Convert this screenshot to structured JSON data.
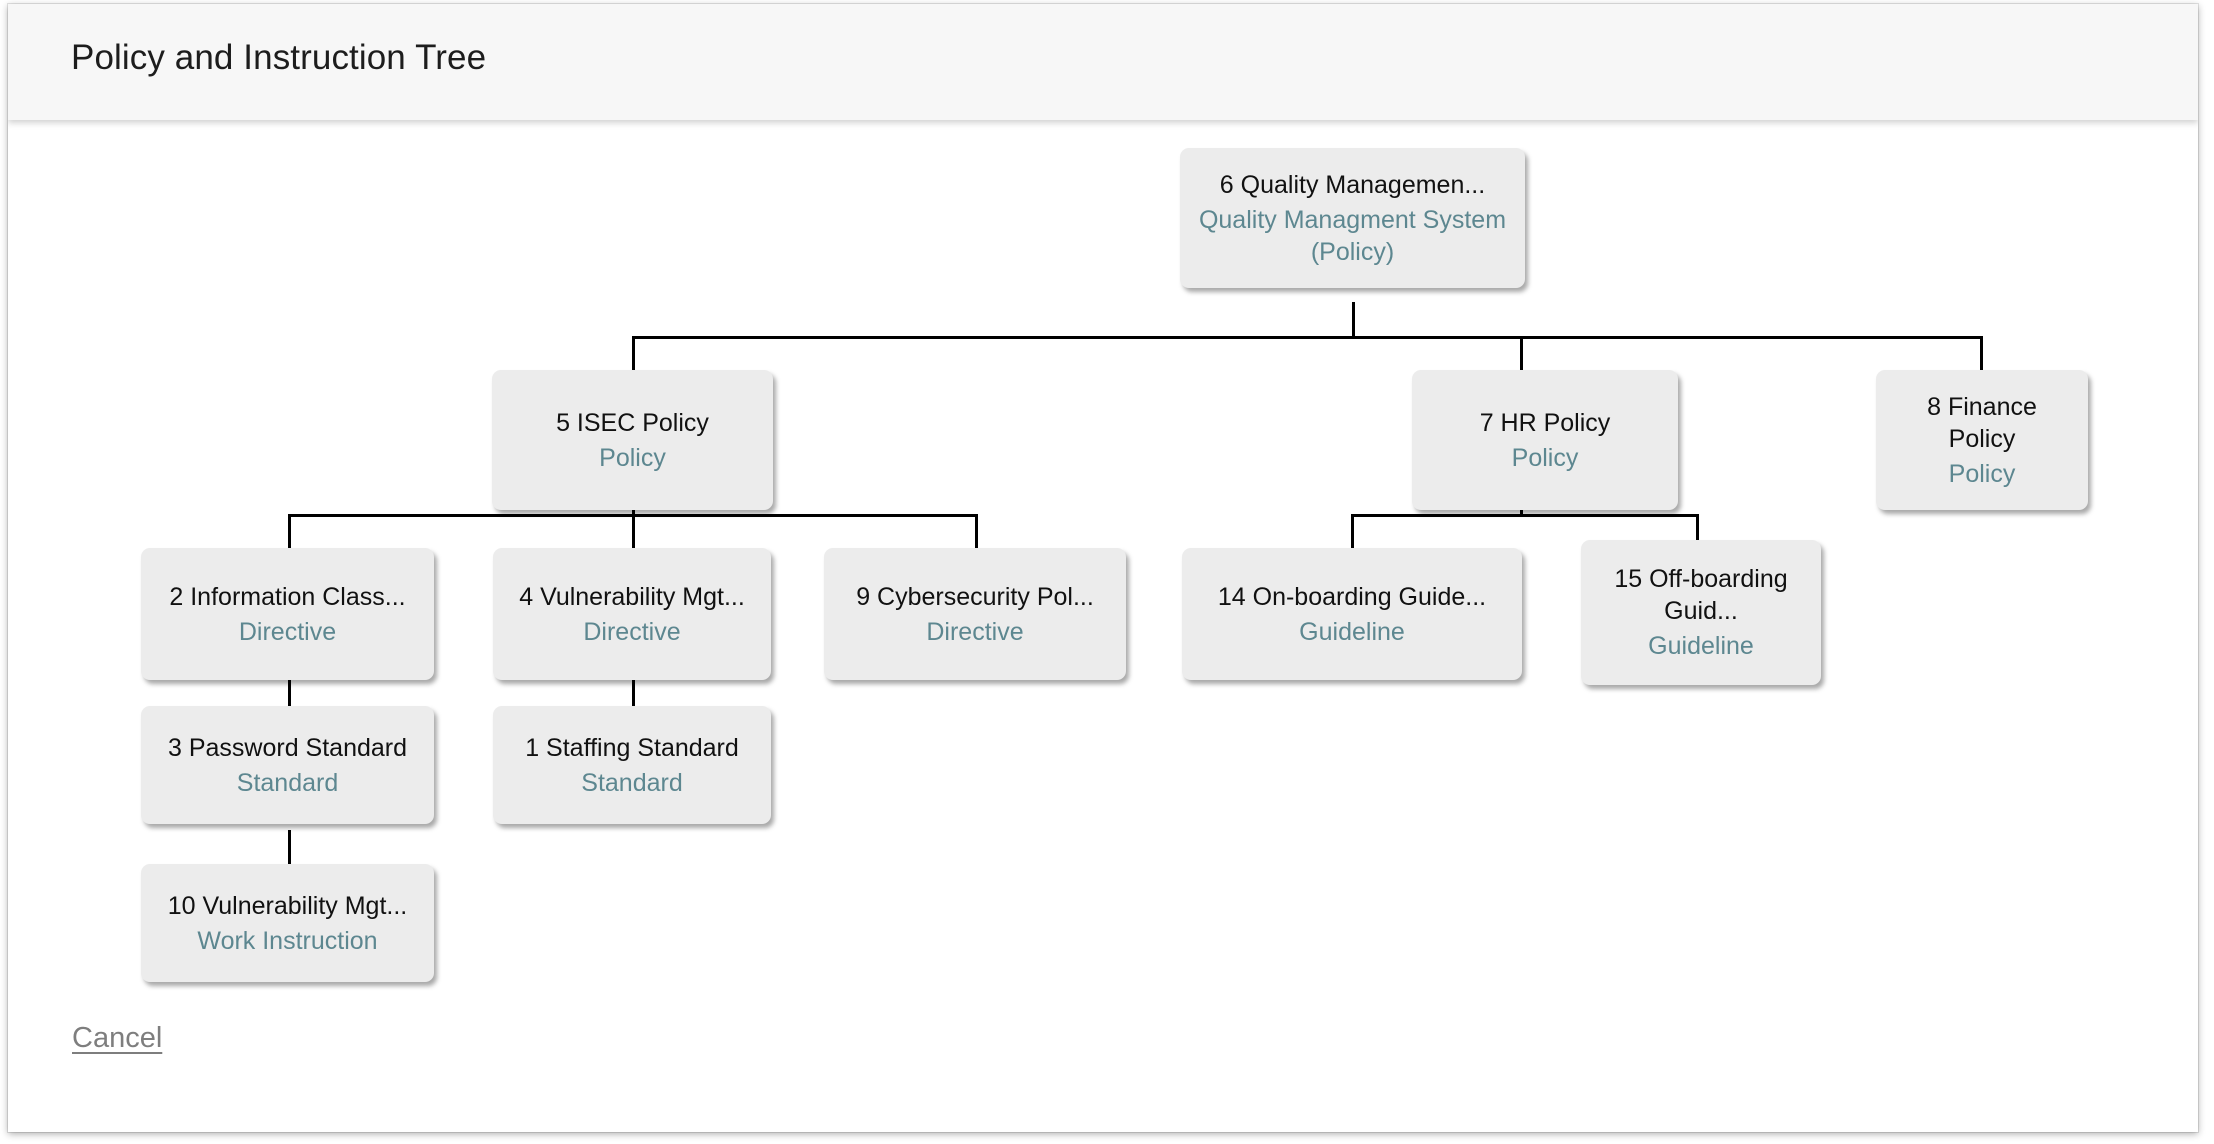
{
  "header": {
    "title": "Policy and Instruction Tree"
  },
  "footer": {
    "cancel_label": "Cancel"
  },
  "colors": {
    "node_fill": "#ececec",
    "node_title": "#111111",
    "node_subtitle": "#5d8790",
    "connector": "#000000",
    "header_bg": "#f7f7f7",
    "cancel": "#7e7e7e"
  },
  "tree": {
    "root_id": "n6",
    "nodes": [
      {
        "id": "n6",
        "title": "6 Quality Managemen...",
        "subtitle": "Quality Managment System\n(Policy)",
        "level": 0,
        "parent": null
      },
      {
        "id": "n5",
        "title": "5 ISEC Policy",
        "subtitle": "Policy",
        "level": 1,
        "parent": "n6"
      },
      {
        "id": "n7",
        "title": "7 HR Policy",
        "subtitle": "Policy",
        "level": 1,
        "parent": "n6"
      },
      {
        "id": "n8",
        "title": "8 Finance\nPolicy",
        "subtitle": "Policy",
        "level": 1,
        "parent": "n6"
      },
      {
        "id": "n2",
        "title": "2 Information Class...",
        "subtitle": "Directive",
        "level": 2,
        "parent": "n5"
      },
      {
        "id": "n4",
        "title": "4 Vulnerability Mgt...",
        "subtitle": "Directive",
        "level": 2,
        "parent": "n5"
      },
      {
        "id": "n9",
        "title": "9 Cybersecurity Pol...",
        "subtitle": "Directive",
        "level": 2,
        "parent": "n5"
      },
      {
        "id": "n14",
        "title": "14 On-boarding Guide...",
        "subtitle": "Guideline",
        "level": 2,
        "parent": "n7"
      },
      {
        "id": "n15",
        "title": "15 Off-boarding\nGuid...",
        "subtitle": "Guideline",
        "level": 2,
        "parent": "n7"
      },
      {
        "id": "n3",
        "title": "3 Password Standard",
        "subtitle": "Standard",
        "level": 3,
        "parent": "n2"
      },
      {
        "id": "n1",
        "title": "1 Staffing Standard",
        "subtitle": "Standard",
        "level": 3,
        "parent": "n4"
      },
      {
        "id": "n10",
        "title": "10 Vulnerability Mgt...",
        "subtitle": "Work Instruction",
        "level": 4,
        "parent": "n3"
      }
    ]
  }
}
